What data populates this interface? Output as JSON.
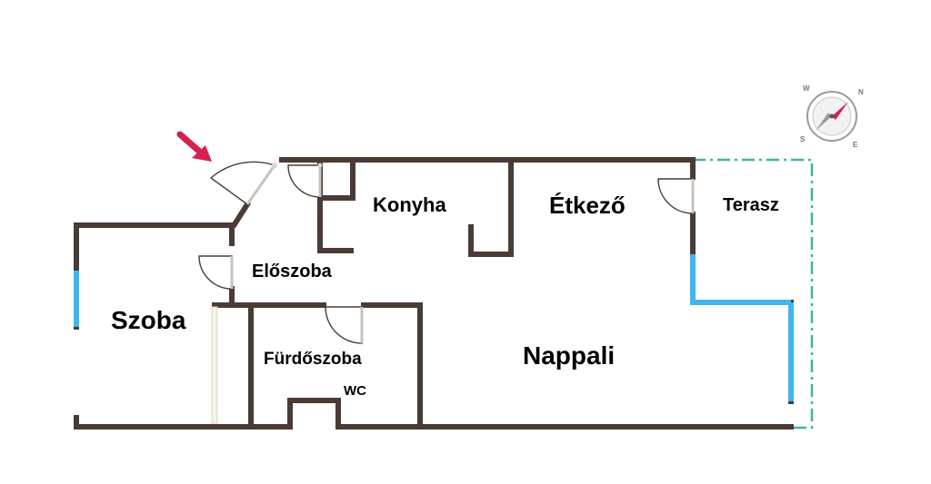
{
  "rooms": {
    "konyha": "Konyha",
    "etkezo": "Étkező",
    "terasz": "Terasz",
    "eloszoba": "Előszoba",
    "szoba": "Szoba",
    "furdoszoba": "Fürdőszoba",
    "wc": "WC",
    "nappali": "Nappali"
  },
  "compass": {
    "n": "N",
    "e": "E",
    "s": "S",
    "w": "W"
  },
  "colors": {
    "wall": "#4a3b34",
    "window": "#3fb6ee",
    "terrace_line": "#3ab89a",
    "entrance_arrow": "#d6204e",
    "compass_needle": "#d6204e"
  },
  "icons": {
    "entrance": "entrance-arrow-icon",
    "compass": "compass-icon"
  }
}
